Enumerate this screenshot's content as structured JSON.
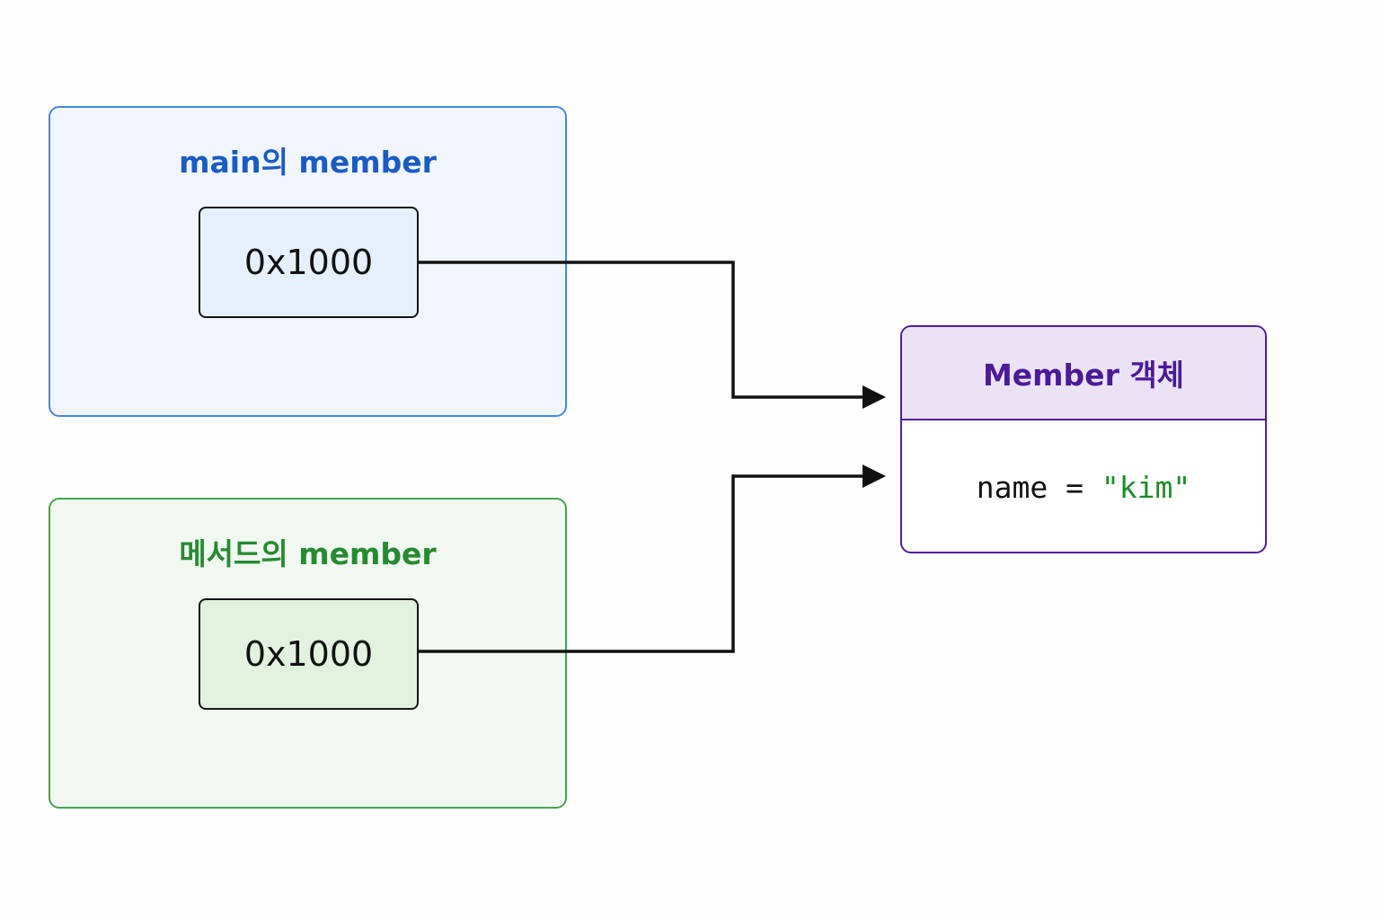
{
  "frames": {
    "main": {
      "title": "main의 member",
      "ref_value": "0x1000"
    },
    "method": {
      "title": "메서드의 member",
      "ref_value": "0x1000"
    }
  },
  "object": {
    "title": "Member 객체",
    "field": {
      "name": "name",
      "operator": " = ",
      "value": "\"kim\""
    }
  },
  "colors": {
    "main_accent": "#1a5bc4",
    "method_accent": "#258a31",
    "object_accent": "#4a1a99",
    "string_literal": "#1f8a2a"
  }
}
